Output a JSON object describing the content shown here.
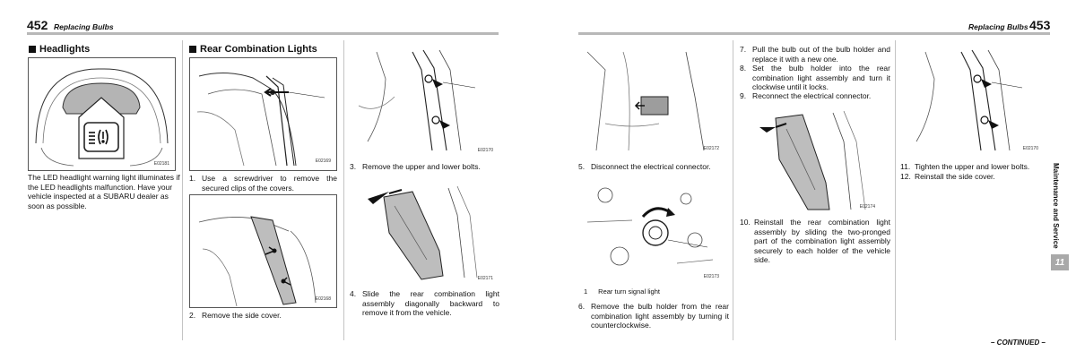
{
  "left_page": {
    "number": "452",
    "header": "Replacing Bulbs",
    "headlights": {
      "title": "Headlights",
      "fig_code": "E02181",
      "text": "The LED headlight warning light illuminates if the LED headlights malfunction. Have your vehicle inspected at a SUBARU dealer as soon as possible."
    },
    "rear_combination": {
      "title": "Rear Combination Lights",
      "fig1_code": "E02169",
      "step1": {
        "num": "1.",
        "text": "Use a screwdriver to remove the secured clips of the covers."
      },
      "fig2_code": "E02168",
      "step2": {
        "num": "2.",
        "text": "Remove the side cover."
      },
      "fig3_code": "E02170",
      "step3": {
        "num": "3.",
        "text": "Remove the upper and lower bolts."
      },
      "fig4_code": "E02171",
      "step4": {
        "num": "4.",
        "text": "Slide the rear combination light assembly diagonally backward to remove it from the vehicle."
      }
    }
  },
  "right_page": {
    "number": "453",
    "header": "Replacing Bulbs",
    "fig5_code": "E02172",
    "step5": {
      "num": "5.",
      "text": "Disconnect the electrical connector."
    },
    "fig6_code": "E02173",
    "legend": {
      "num": "1",
      "text": "Rear turn signal light"
    },
    "step6": {
      "num": "6.",
      "text": "Remove the bulb holder from the rear combination light assembly by turning it counterclockwise."
    },
    "step7": {
      "num": "7.",
      "text": "Pull the bulb out of the bulb holder and replace it with a new one."
    },
    "step8": {
      "num": "8.",
      "text": "Set the bulb holder into the rear combination light assembly and turn it clockwise until it locks."
    },
    "step9": {
      "num": "9.",
      "text": "Reconnect the electrical connector."
    },
    "fig7_code": "E02174",
    "step10": {
      "num": "10.",
      "text": "Reinstall the rear combination light assembly by sliding the two-pronged part of the combination light assembly securely to each holder of the vehicle side."
    },
    "fig8_code": "E02170",
    "step11": {
      "num": "11.",
      "text": "Tighten the upper and lower bolts."
    },
    "step12": {
      "num": "12.",
      "text": "Reinstall the side cover."
    },
    "side_label": "Maintenance and Service",
    "tab_number": "11",
    "continued": "– CONTINUED –"
  }
}
